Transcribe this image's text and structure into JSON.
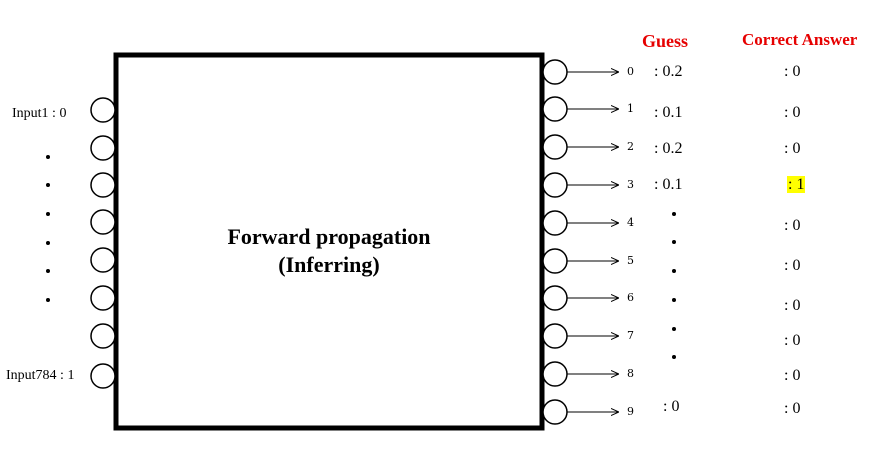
{
  "box": {
    "title_line1": "Forward propagation",
    "title_line2": "(Inferring)"
  },
  "inputs": {
    "first_label": "Input1 : 0",
    "last_label": "Input784 : 1"
  },
  "headers": {
    "guess": "Guess",
    "correct": "Correct Answer"
  },
  "outputs": [
    {
      "index": "0",
      "guess": ": 0.2",
      "correct": ": 0"
    },
    {
      "index": "1",
      "guess": ": 0.1",
      "correct": ": 0"
    },
    {
      "index": "2",
      "guess": ": 0.2",
      "correct": ": 0"
    },
    {
      "index": "3",
      "guess": ": 0.1",
      "correct": ": 1"
    },
    {
      "index": "4",
      "guess": "",
      "correct": ": 0"
    },
    {
      "index": "5",
      "guess": "",
      "correct": ": 0"
    },
    {
      "index": "6",
      "guess": "",
      "correct": ": 0"
    },
    {
      "index": "7",
      "guess": "",
      "correct": ": 0"
    },
    {
      "index": "8",
      "guess": "",
      "correct": ": 0"
    },
    {
      "index": "9",
      "guess": ": 0",
      "correct": ": 0"
    }
  ],
  "colors": {
    "header": "#e60000",
    "highlight": "#ffff00"
  }
}
